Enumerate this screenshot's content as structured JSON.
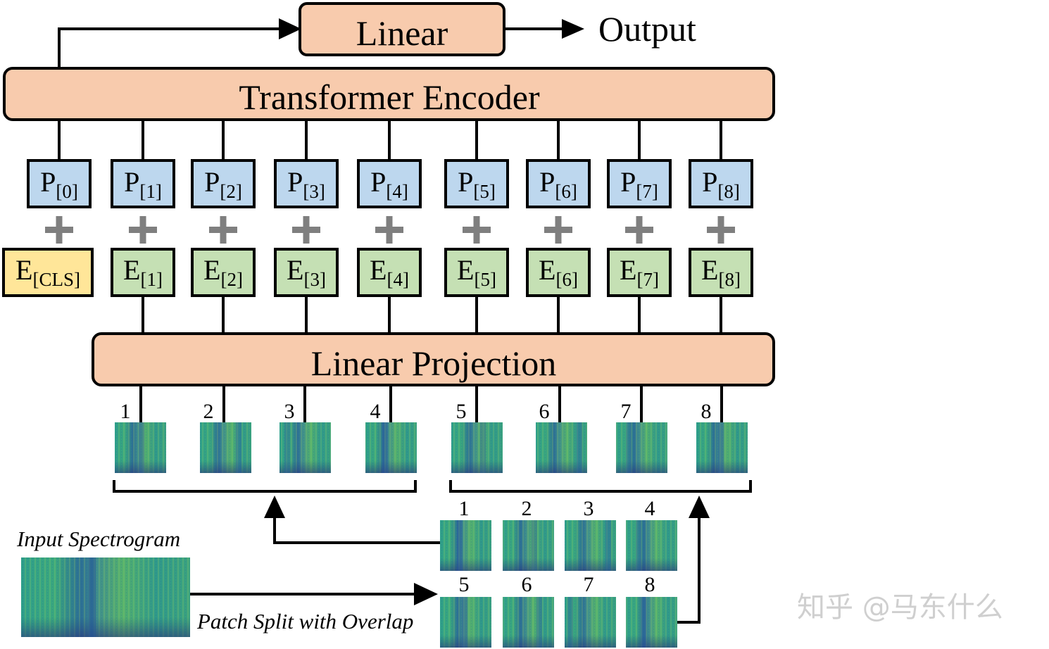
{
  "linear_label": "Linear",
  "output_label": "Output",
  "encoder_label": "Transformer Encoder",
  "projection_label": "Linear Projection",
  "position_embeddings": [
    {
      "base": "P",
      "sub": "[0]"
    },
    {
      "base": "P",
      "sub": "[1]"
    },
    {
      "base": "P",
      "sub": "[2]"
    },
    {
      "base": "P",
      "sub": "[3]"
    },
    {
      "base": "P",
      "sub": "[4]"
    },
    {
      "base": "P",
      "sub": "[5]"
    },
    {
      "base": "P",
      "sub": "[6]"
    },
    {
      "base": "P",
      "sub": "[7]"
    },
    {
      "base": "P",
      "sub": "[8]"
    }
  ],
  "patch_embeddings": [
    {
      "base": "E",
      "sub": "[CLS]"
    },
    {
      "base": "E",
      "sub": "[1]"
    },
    {
      "base": "E",
      "sub": "[2]"
    },
    {
      "base": "E",
      "sub": "[3]"
    },
    {
      "base": "E",
      "sub": "[4]"
    },
    {
      "base": "E",
      "sub": "[5]"
    },
    {
      "base": "E",
      "sub": "[6]"
    },
    {
      "base": "E",
      "sub": "[7]"
    },
    {
      "base": "E",
      "sub": "[8]"
    }
  ],
  "patch_numbers": [
    "1",
    "2",
    "3",
    "4",
    "5",
    "6",
    "7",
    "8"
  ],
  "grid_numbers": [
    "1",
    "2",
    "3",
    "4",
    "5",
    "6",
    "7",
    "8"
  ],
  "input_label": "Input Spectrogram",
  "split_label": "Patch Split with Overlap",
  "watermark": "知乎 @马东什么",
  "colors": {
    "encoder_fill": "#f8cbad",
    "pos_fill": "#bdd7ee",
    "cls_fill": "#ffe699",
    "emb_fill": "#c5e0b4",
    "plus": "#7f7f7f",
    "watermark": "#cfcfcf"
  }
}
